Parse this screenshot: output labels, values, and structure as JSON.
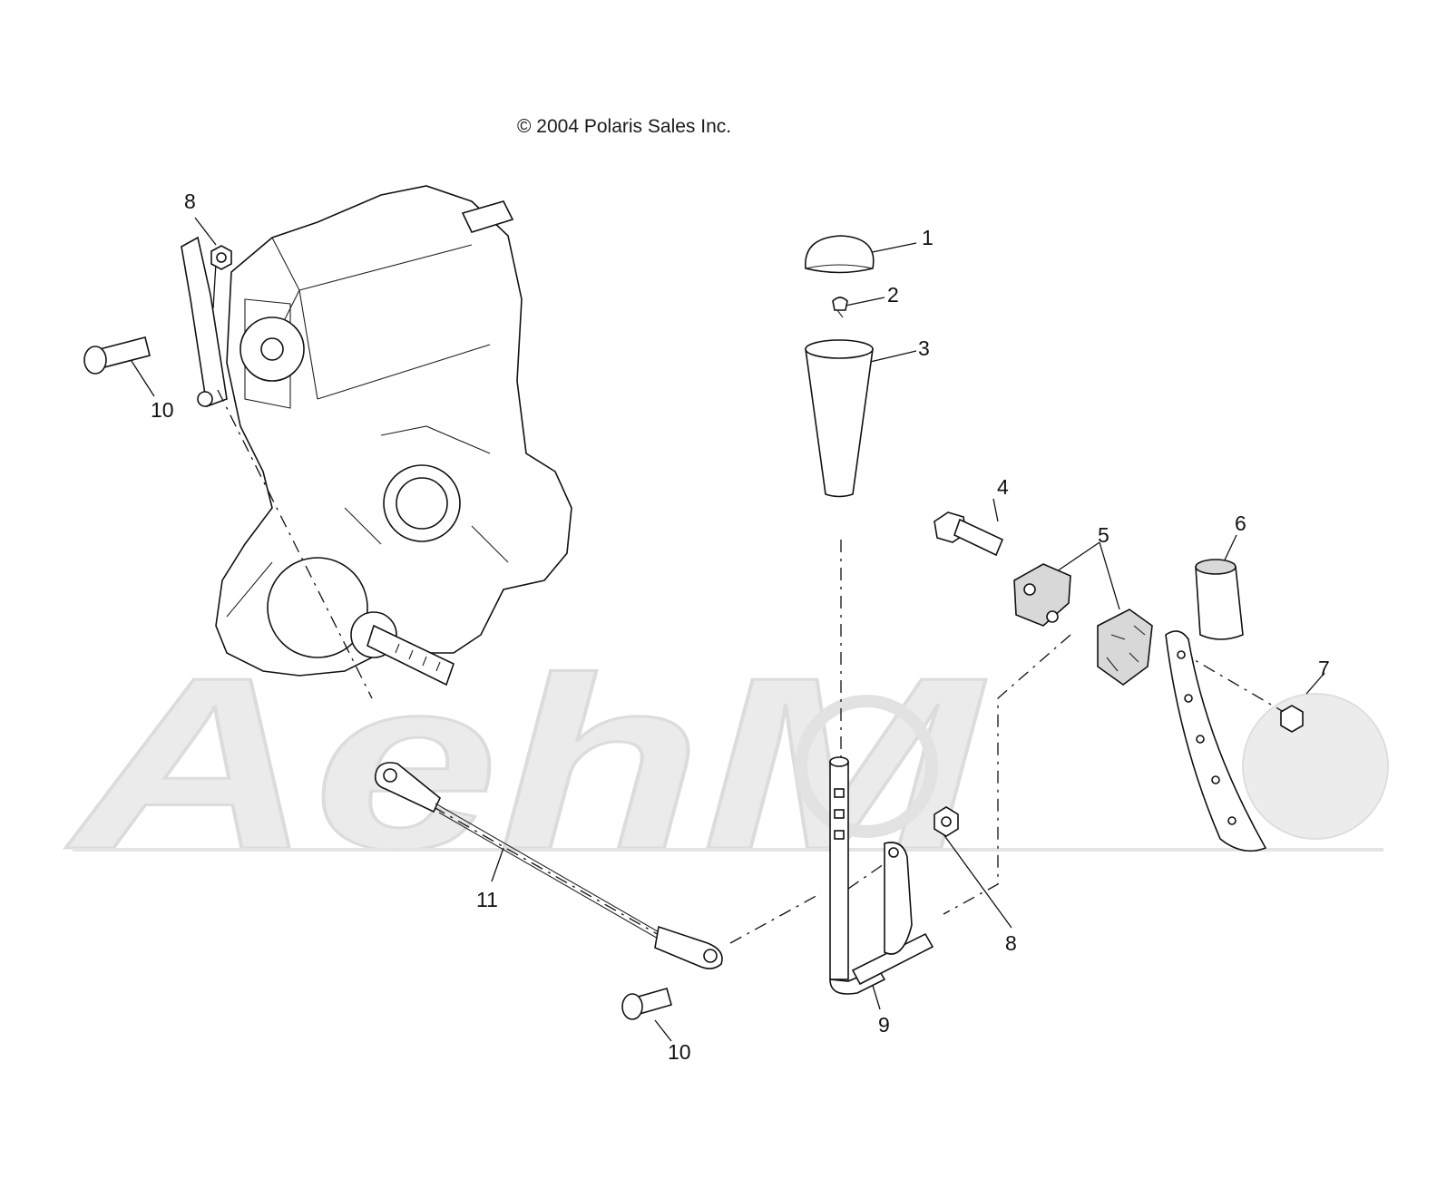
{
  "copyright": "© 2004 Polaris Sales Inc.",
  "watermark": "AehM",
  "callouts": {
    "p1": "1",
    "p2": "2",
    "p3": "3",
    "p4": "4",
    "p5": "5",
    "p6": "6",
    "p7": "7",
    "p8a": "8",
    "p8b": "8",
    "p9": "9",
    "p10a": "10",
    "p10b": "10",
    "p11": "11"
  }
}
